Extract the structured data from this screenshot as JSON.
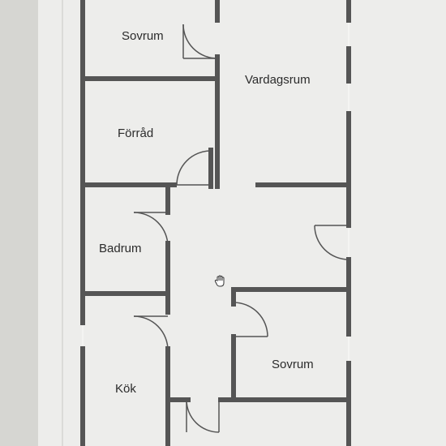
{
  "colors": {
    "screen_background": "#d6d6d2",
    "canvas": "#ededeb",
    "wall": "#555555",
    "door_arc": "#555555",
    "label_text": "#2b2b2b"
  },
  "floorplan": {
    "rooms": [
      {
        "id": "sovrum-top",
        "label": "Sovrum"
      },
      {
        "id": "vardagsrum",
        "label": "Vardagsrum"
      },
      {
        "id": "forrad",
        "label": "Förråd"
      },
      {
        "id": "badrum",
        "label": "Badrum"
      },
      {
        "id": "sovrum-bottom",
        "label": "Sovrum"
      },
      {
        "id": "kok",
        "label": "Kök"
      }
    ]
  },
  "cursor": {
    "icon": "hand-cursor-icon"
  }
}
